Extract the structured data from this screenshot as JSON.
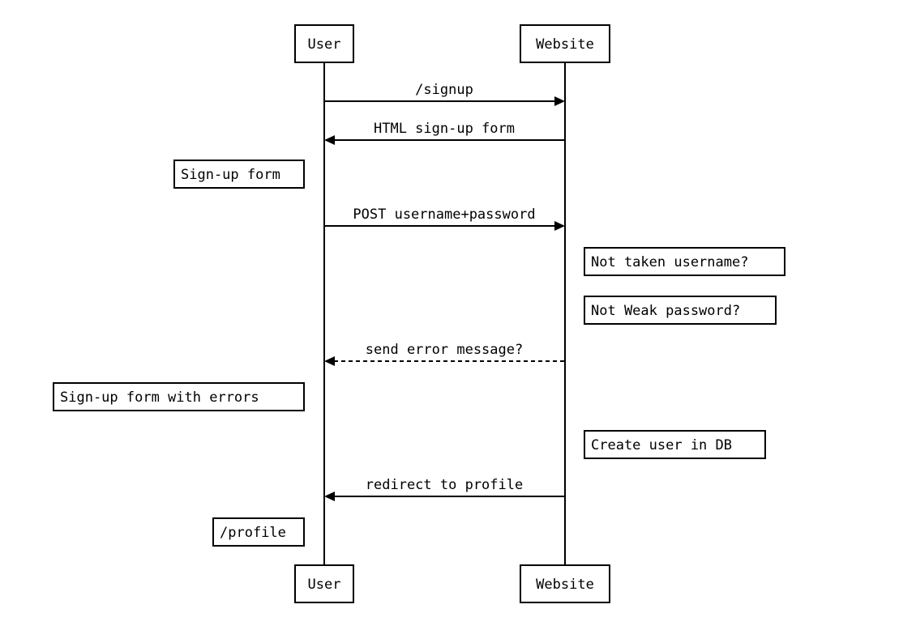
{
  "participants": [
    {
      "id": "user",
      "label": "User"
    },
    {
      "id": "website",
      "label": "Website"
    }
  ],
  "messages": [
    {
      "from": "user",
      "to": "website",
      "label": "/signup",
      "style": "solid"
    },
    {
      "from": "website",
      "to": "user",
      "label": "HTML sign-up form",
      "style": "solid"
    },
    {
      "from": "user",
      "to": "website",
      "label": "POST username+password",
      "style": "solid"
    },
    {
      "from": "website",
      "to": "user",
      "label": "send error message?",
      "style": "dashed"
    },
    {
      "from": "website",
      "to": "user",
      "label": "redirect to profile",
      "style": "solid"
    }
  ],
  "notes": [
    {
      "side": "left of user",
      "text": "Sign-up form"
    },
    {
      "side": "right of website",
      "text": "Not taken username?"
    },
    {
      "side": "right of website",
      "text": "Not Weak password?"
    },
    {
      "side": "left of user",
      "text": "Sign-up form with errors"
    },
    {
      "side": "right of website",
      "text": "Create user in DB"
    },
    {
      "side": "left of user",
      "text": "/profile"
    }
  ]
}
